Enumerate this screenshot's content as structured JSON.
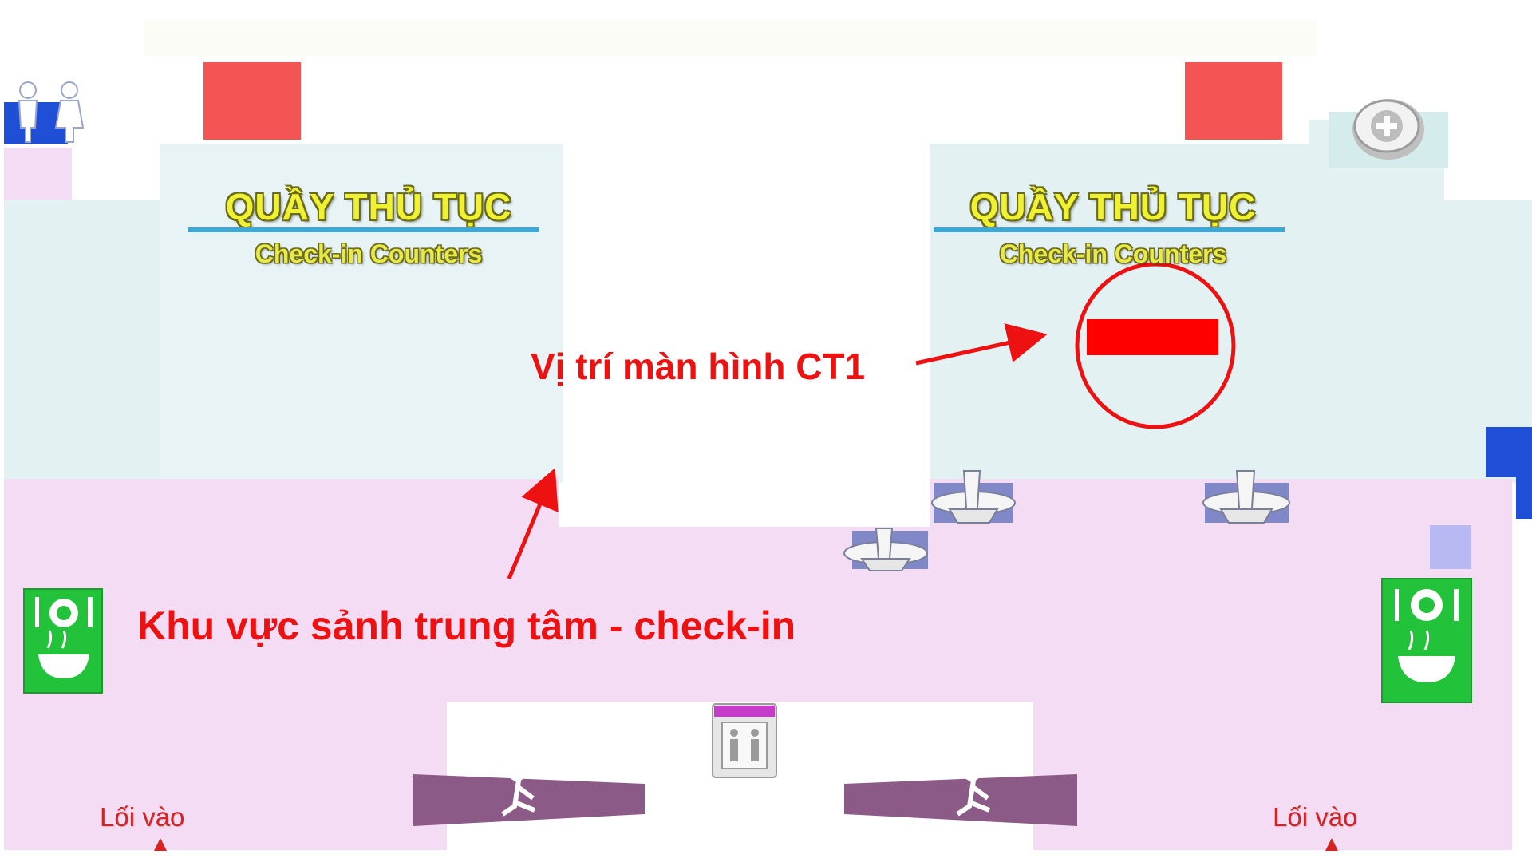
{
  "map": {
    "colors": {
      "hall": "#f4ddf4",
      "counter_zone": "#e3f1f2",
      "annotation": "#ee1111",
      "food": "#22c23a",
      "counter_block": "#f45454",
      "blue_block": "#1f4fd6"
    },
    "counters": [
      {
        "title": "QUẦY THỦ TỤC",
        "subtitle": "Check-in Counters"
      },
      {
        "title": "QUẦY THỦ TỤC",
        "subtitle": "Check-in Counters"
      }
    ],
    "annotations": {
      "screen_location": "Vị trí màn hình CT1",
      "central_hall": "Khu vực sảnh trung tâm - check-in"
    },
    "entrances": [
      "Lối vào",
      "Lối vào"
    ],
    "icons": [
      "restroom-icon",
      "medical-icon",
      "restaurant-cafe-icon",
      "airplane-icon",
      "elevator-icon",
      "escalator-icon",
      "entrance-arrow-icon",
      "arrow-icon",
      "screen-highlight-circle-icon"
    ]
  }
}
